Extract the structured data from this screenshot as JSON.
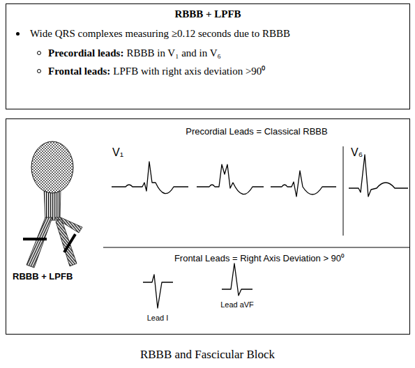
{
  "diagram": {
    "caption": "RBBB and Fascicular Block",
    "nodes": [
      {
        "text": [
          "RBBB + LPFB",
          "Wide QRS complexes measuring ≥0.12 seconds due to RBBB",
          "Precordial leads:",
          "RBBB in V₁ and in V₆",
          "Frontal leads:",
          "LPFB with right axis deviation >90⁰"
        ]
      },
      {
        "text": [
          "Precordial Leads = Classical RBBB"
        ]
      }
    ],
    "labels": [
      "V₁",
      "V₆",
      "Frontal Leads = Right Axis Deviation > 90⁰",
      "Lead I",
      "Lead aVF",
      "RBBB + LPFB"
    ]
  }
}
